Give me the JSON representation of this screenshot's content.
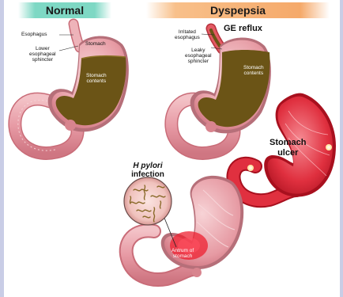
{
  "headers": {
    "normal": "Normal",
    "dyspepsia": "Dyspepsia"
  },
  "normal": {
    "esophagus": "Esophagus",
    "stomach": "Stomach",
    "sphincter_line1": "Lower",
    "sphincter_line2": "esophageal",
    "sphincter_line3": "sphincter",
    "contents_line1": "Stomach",
    "contents_line2": "contents"
  },
  "reflux": {
    "title": "GE reflux",
    "irritated_line1": "Irritated",
    "irritated_line2": "esophagus",
    "leaky_line1": "Leaky",
    "leaky_line2": "esophageal",
    "leaky_line3": "sphincter",
    "contents_line1": "Stomach",
    "contents_line2": "contents"
  },
  "ulcer": {
    "title_line1": "Stomach",
    "title_line2": "ulcer"
  },
  "pylori": {
    "title_line1": "H pylori",
    "title_line2": "infection",
    "antrum_line1": "Antrum of",
    "antrum_line2": "stomach"
  },
  "colors": {
    "contents": "#6b5416",
    "stomach_pink": "#e8a6ad",
    "ulcer_red": "#e0303f",
    "normal_band": "#7ed8c4",
    "dyspepsia_band": "#f5a96a"
  }
}
